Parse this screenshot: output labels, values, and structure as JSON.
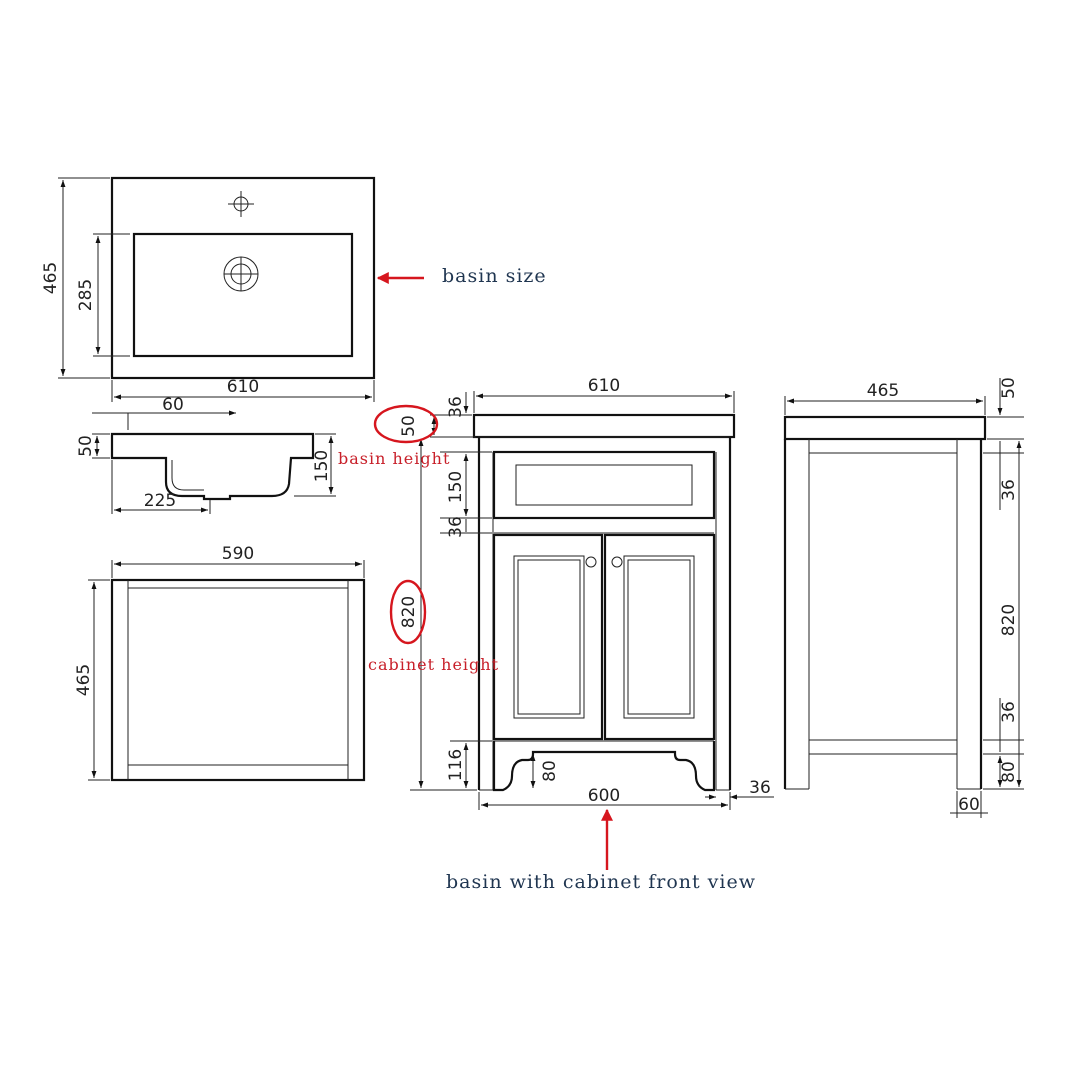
{
  "colors": {
    "line": "#111111",
    "annotation": "#d6161e",
    "note_text": "#1f3550",
    "red_text": "#c8202a"
  },
  "basin_top_view": {
    "width": "610",
    "depth": "465",
    "bowl_depth": "285"
  },
  "basin_side_view": {
    "tap_offset": "60",
    "rim_height": "50",
    "bowl_height": "150",
    "waste_offset": "225"
  },
  "cabinet_top_view": {
    "width": "590",
    "depth": "465"
  },
  "front_view": {
    "top_width": "610",
    "basin_height": "50",
    "top_gap": "36",
    "drawer_height": "150",
    "rail": "36",
    "cabinet_height": "820",
    "plinth": "116",
    "kick_height": "80",
    "base_width": "600",
    "leg_width": "36"
  },
  "side_view": {
    "depth": "465",
    "basin_height": "50",
    "top_rail": "36",
    "height": "820",
    "bottom_rail": "36",
    "kick_height": "80",
    "leg_width": "60"
  },
  "annotations": {
    "basin_size": "basin size",
    "basin_height": "basin height",
    "cabinet_height": "cabinet height",
    "front_view": "basin with cabinet front view"
  }
}
